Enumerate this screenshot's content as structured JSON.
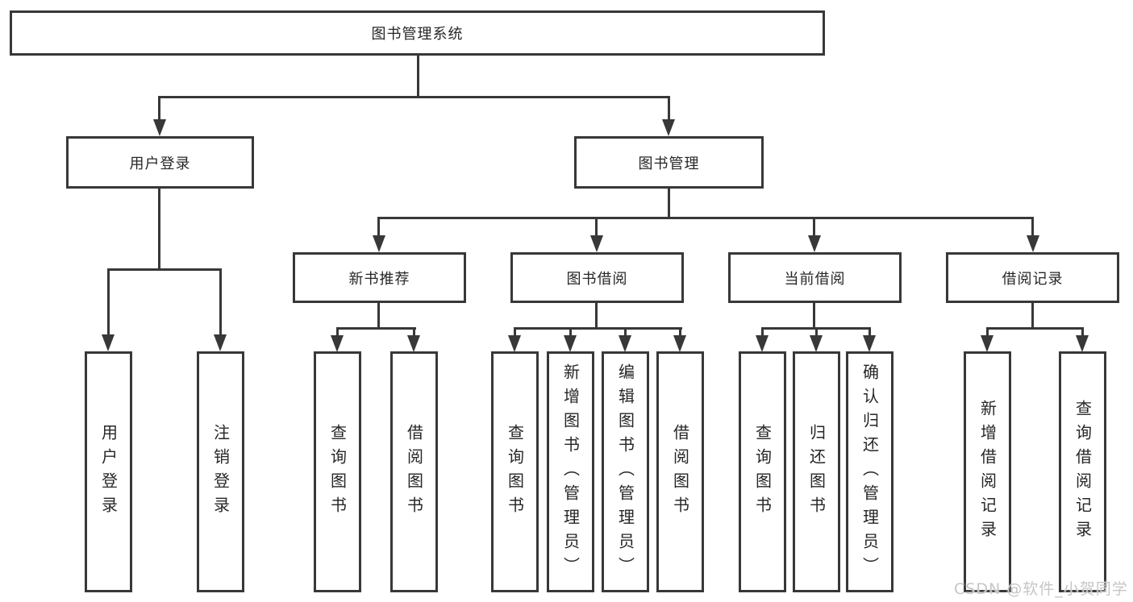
{
  "tree": {
    "label": "图书管理系统",
    "children": [
      {
        "label": "用户登录",
        "children": [
          {
            "label": "用户登录"
          },
          {
            "label": "注销登录"
          }
        ]
      },
      {
        "label": "图书管理",
        "children": [
          {
            "label": "新书推荐",
            "children": [
              {
                "label": "查询图书"
              },
              {
                "label": "借阅图书"
              }
            ]
          },
          {
            "label": "图书借阅",
            "children": [
              {
                "label": "查询图书"
              },
              {
                "label": "新增图书（管理员）"
              },
              {
                "label": "编辑图书（管理员）"
              },
              {
                "label": "借阅图书"
              }
            ]
          },
          {
            "label": "当前借阅",
            "children": [
              {
                "label": "查询图书"
              },
              {
                "label": "归还图书"
              },
              {
                "label": "确认归还（管理员）"
              }
            ]
          },
          {
            "label": "借阅记录",
            "children": [
              {
                "label": "新增借阅记录"
              },
              {
                "label": "查询借阅记录"
              }
            ]
          }
        ]
      }
    ]
  },
  "watermark": {
    "text": "CSDN @软件_小贺同学"
  },
  "colors": {
    "line": "#383838",
    "text": "#262626",
    "background": "#ffffff",
    "watermark": "#c6c6c6"
  }
}
